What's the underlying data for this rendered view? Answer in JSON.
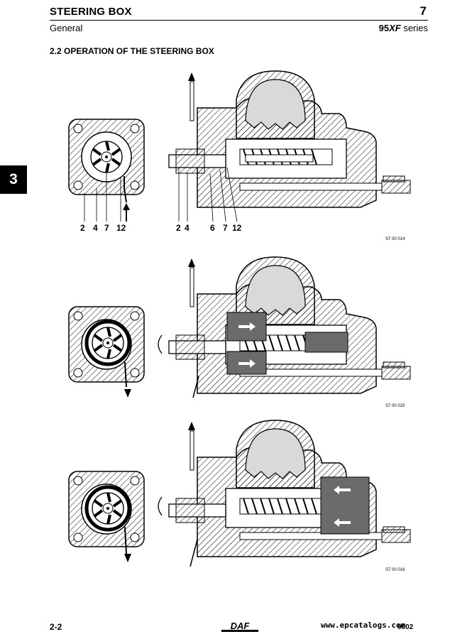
{
  "header": {
    "title": "STEERING BOX",
    "chapter": "7",
    "subtitle": "General",
    "series_bold": "95",
    "series_italic": "XF",
    "series_rest": " series"
  },
  "section_heading": "2.2   OPERATION OF THE STEERING BOX",
  "side_tab": "3",
  "figures": [
    {
      "code": "S7 00 014",
      "left_callouts": [
        "2",
        "4",
        "7",
        "12"
      ],
      "right_callouts": [
        "2",
        "4",
        "6",
        "7",
        "12"
      ]
    },
    {
      "code": "S7 00 015"
    },
    {
      "code": "S7 00 016"
    }
  ],
  "footer": {
    "page": "2-2",
    "logo": "DAF",
    "date": "0002",
    "watermark": "www.epcatalogs.com"
  },
  "colors": {
    "hatch": "#000000",
    "shaded": "#6b6b6b",
    "background": "#ffffff"
  }
}
